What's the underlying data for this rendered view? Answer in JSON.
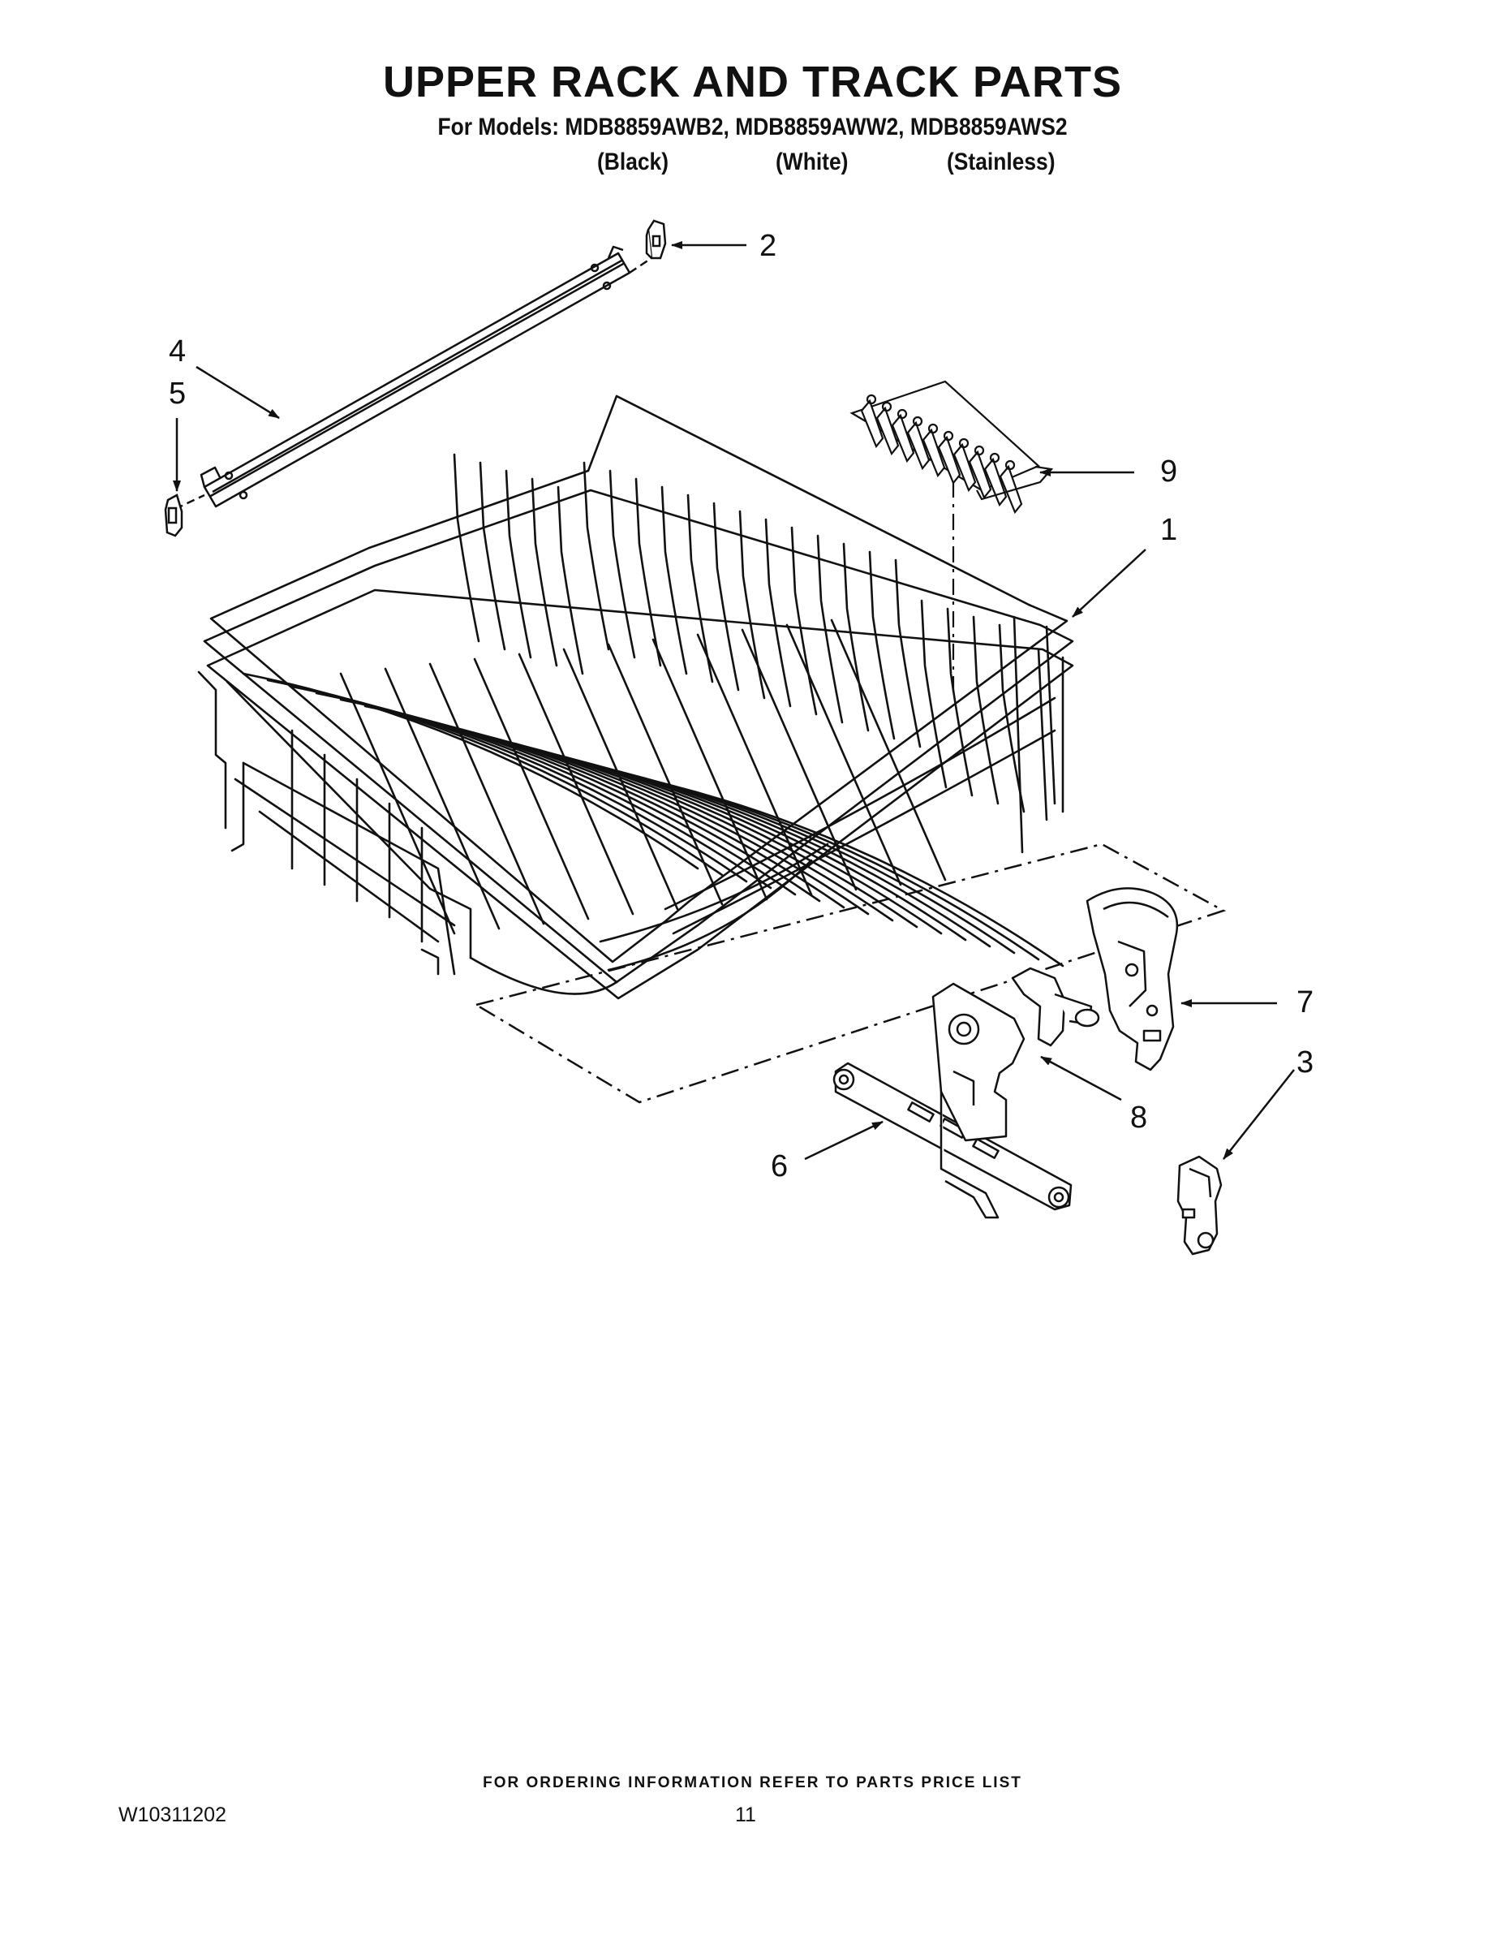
{
  "header": {
    "title": "UPPER RACK AND TRACK PARTS",
    "models_line": "For Models: MDB8859AWB2, MDB8859AWW2, MDB8859AWS2",
    "variants": [
      "(Black)",
      "(White)",
      "(Stainless)"
    ]
  },
  "callouts": {
    "c1": "1",
    "c2": "2",
    "c3": "3",
    "c4": "4",
    "c5": "5",
    "c6": "6",
    "c7": "7",
    "c8": "8",
    "c9": "9"
  },
  "footer": {
    "ordering_note": "FOR ORDERING INFORMATION REFER TO PARTS PRICE LIST",
    "document_number": "W10311202",
    "page_number": "11"
  }
}
